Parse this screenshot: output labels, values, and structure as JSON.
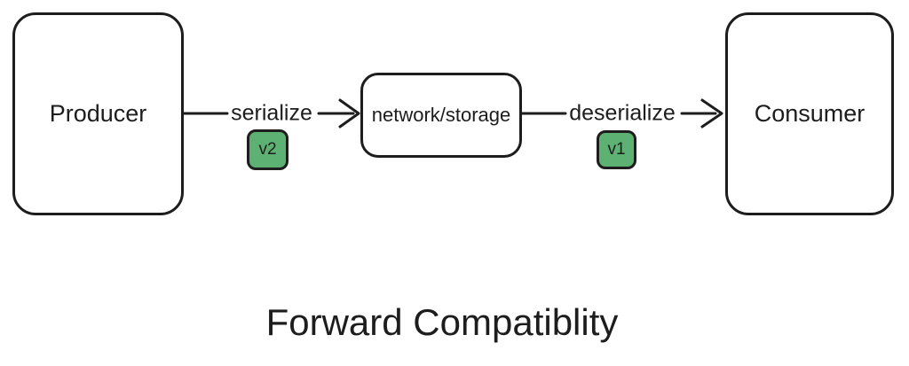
{
  "diagram": {
    "title": "Forward Compatiblity",
    "nodes": {
      "producer": {
        "label": "Producer"
      },
      "network": {
        "label": "network/storage"
      },
      "consumer": {
        "label": "Consumer"
      }
    },
    "edges": {
      "serialize": {
        "label": "serialize",
        "version_badge": "v2"
      },
      "deserialize": {
        "label": "deserialize",
        "version_badge": "v1"
      }
    },
    "colors": {
      "stroke": "#1d1d1d",
      "badge_green": "#5cb173",
      "background": "#ffffff"
    }
  }
}
